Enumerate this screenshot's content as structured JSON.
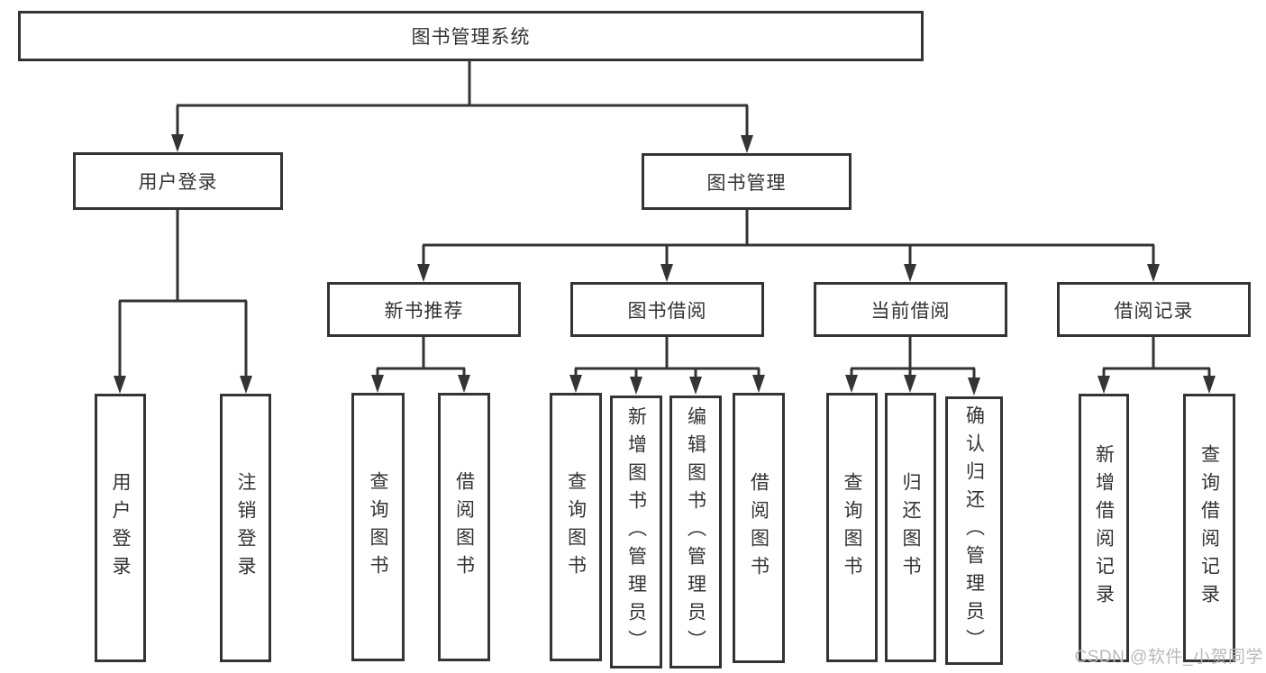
{
  "colors": {
    "line": "#343434",
    "box_border": "#343434",
    "text": "#333333",
    "watermark": "#b9b9b9",
    "background": "#ffffff"
  },
  "watermark": {
    "text": "CSDN @软件_小贺同学"
  },
  "diagram": {
    "root": {
      "label": "图书管理系统"
    },
    "branches": [
      {
        "label": "用户登录",
        "children": [
          {
            "label": "用户登录"
          },
          {
            "label": "注销登录"
          }
        ]
      },
      {
        "label": "图书管理",
        "children": [
          {
            "label": "新书推荐",
            "children": [
              {
                "label": "查询图书"
              },
              {
                "label": "借阅图书"
              }
            ]
          },
          {
            "label": "图书借阅",
            "children": [
              {
                "label": "查询图书"
              },
              {
                "label": "新增图书（管理员）"
              },
              {
                "label": "编辑图书（管理员）"
              },
              {
                "label": "借阅图书"
              }
            ]
          },
          {
            "label": "当前借阅",
            "children": [
              {
                "label": "查询图书"
              },
              {
                "label": "归还图书"
              },
              {
                "label": "确认归还（管理员）"
              }
            ]
          },
          {
            "label": "借阅记录",
            "children": [
              {
                "label": "新增借阅记录"
              },
              {
                "label": "查询借阅记录"
              }
            ]
          }
        ]
      }
    ]
  }
}
